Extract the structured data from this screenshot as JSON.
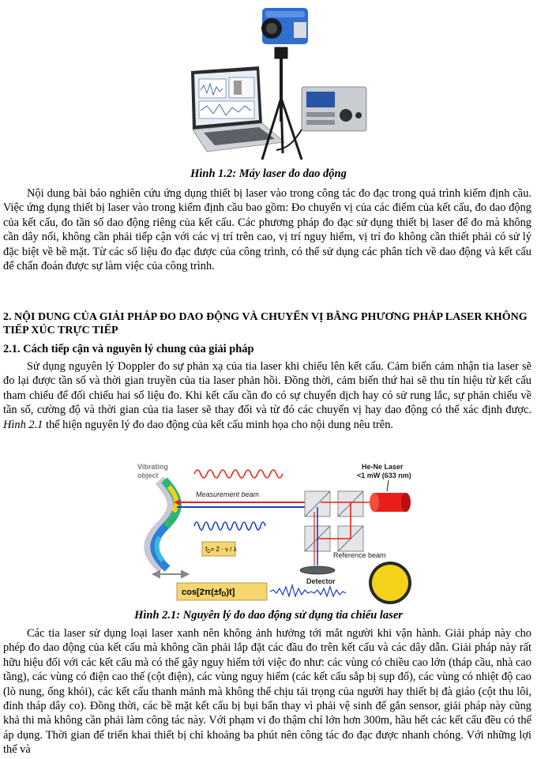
{
  "figure1": {
    "caption": "Hình 1.2: Máy laser đo dao động"
  },
  "paragraph1": "Nội dung bài báo nghiên cứu ứng dụng thiết bị laser vào trong công tác đo đạc trong quá trình kiểm định cầu. Việc ứng dụng thiết bị laser vào trong kiểm định cầu bao gồm: Đo chuyển vị của các điểm của kết cấu, đo dao động của kết cấu, đo tần số dao động riêng của kết cấu. Các phương pháp đo đạc sử dụng thiết bị laser để đo mà không cần dây nối, không cần phải tiếp cận với các vị trí trên cao, vị trí nguy hiểm, vị trí đo không cần thiết phải có sử lý đặc biệt về bề mặt. Từ các số liệu đo đạc được của công trình, có thể sử dụng các phân tích về dao động và kết cấu để chẩn đoán được sự làm việc của công trình.",
  "section2": {
    "heading": "2. NỘI DUNG CỦA GIẢI PHÁP ĐO DAO ĐỘNG VÀ CHUYỂN VỊ BẰNG PHƯƠNG PHÁP LASER KHÔNG TIẾP XÚC TRỰC TIẾP",
    "subheading": "2.1. Cách tiếp cận và nguyên lý chung của giải pháp",
    "paragraph_before": "Sử dụng nguyên lý Doppler đo sự phản xạ của tia laser khi chiếu lên kết cấu. Cảm biến cảm nhận tia laser sẽ đo lại được tần số và thời gian truyền của tia laser phản hồi. Đồng thời, cảm biến thứ hai sẽ thu tín hiệu từ kết cấu tham chiếu để đối chiếu hai số liệu đo. Khi kết cấu cần đo có sự chuyển dịch hay có sử rung lắc, sự phản chiếu về tần số, cường độ và thời gian của tia laser sẽ thay đổi và từ đó các chuyển vị hay dao động có thể xác định được.",
    "figure_ref": "Hình 2.1",
    "paragraph_after": "thể hiện nguyên lý đo dao động của kết cấu minh họa cho nội dung nêu trên."
  },
  "figure2": {
    "vibrating_object": [
      "Vibrating",
      "object"
    ],
    "laser_label": [
      "He-Ne Laser",
      "<1 mW (633 nm)"
    ],
    "measurement_beam": "Measurement beam",
    "reference_beam": "Reference beam",
    "detector": "Detector",
    "formula_fd": "f",
    "formula_fd_sub": "D",
    "formula_fd_rhs": "= 2 · v / λ",
    "cos_formula": "cos[2π(±f",
    "cos_formula_sub": "D",
    "cos_formula_end": ")t]",
    "colors": {
      "laser_red": "#e8201a",
      "beam_blue": "#1a3fc4",
      "detector_yellow": "#f4d21a",
      "formula_bg": "#f5d76e"
    },
    "caption": "Hình 2.1: Nguyên lý đo dao động sử dụng tia chiếu laser"
  },
  "paragraph3": "Các tia laser sử dụng loại laser xanh nên không ảnh hưởng tới mắt người khi vận hành. Giải pháp này cho phép đo dao động của kết cấu mà không cần phải lắp đặt các đầu đo trên kết cấu và các dây dẫn. Giải pháp này rất hữu hiệu đối với các kết cấu mà có thể gây nguy hiểm tới việc đo như: các vùng có chiều cao lớn (tháp cầu, nhà cao tầng), các vùng có điện cao thế (cột điện), các vùng nguy hiểm (các kết cấu sắp bị sụp đổ), các vùng có nhiệt độ cao (lò nung, ống khói), các kết cấu thanh mảnh mà không thể chịu tải trọng của người hay thiết bị đà giáo (cột thu lôi, đỉnh tháp dây co). Đồng thời, các bề mặt kết cấu bị bụi bẩn thay vì phải vệ sinh để gắn sensor, giải pháp này cũng khả thi mà không cần phải làm công tác này. Với phạm vi đo thậm chí lớn hơn 300m, hầu hết các kết cấu đều có thể áp dụng. Thời gian để triển khai thiết bị chỉ khoảng ba phút nên công tác đo đạc được nhanh chóng. Với những lợi thế và"
}
